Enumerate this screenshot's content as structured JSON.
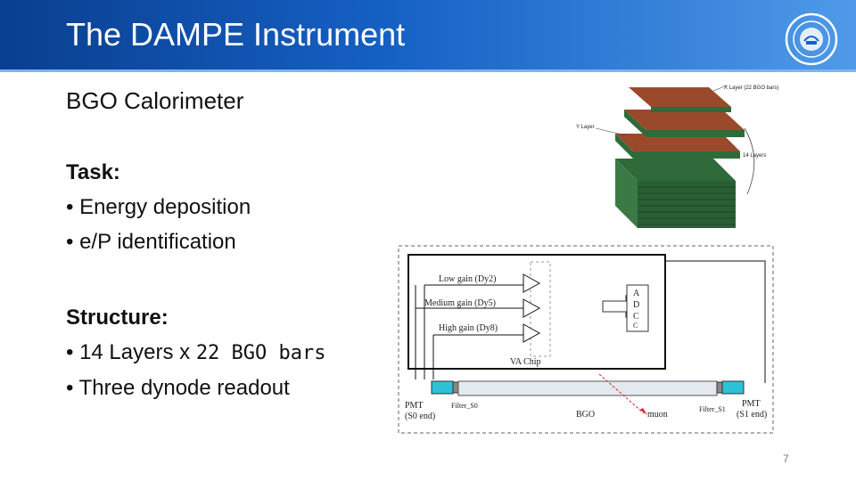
{
  "slide": {
    "title": "The DAMPE Instrument",
    "subtitle": "BGO Calorimeter",
    "task_heading": "Task:",
    "task_items": [
      "• Energy deposition",
      "• e/P identification"
    ],
    "structure_heading": "Structure:",
    "structure_item1_prefix": "• 14 Layers x ",
    "structure_item1_mono": "22 BGO bars",
    "structure_item2": "• Three dynode readout",
    "page_number": "7"
  },
  "calorimeter_figure": {
    "x_layer_label": "X Layer (22 BGO bars)",
    "y_layer_label": "Y Layer",
    "layers_label": "14 Layers"
  },
  "readout_diagram": {
    "low_gain": "Low gain (Dy2)",
    "medium_gain": "Medium gain (Dy5)",
    "high_gain": "High gain (Dy8)",
    "adc_letters": [
      "A",
      "D",
      "C",
      "C"
    ],
    "va_chip": "VA Chip",
    "pmt_left": "PMT",
    "pmt_left_end": "(S0 end)",
    "pmt_right": "PMT",
    "pmt_right_end": "(S1 end)",
    "filter_left": "Filter_S0",
    "filter_right": "Filter_S1",
    "bgo": "BGO",
    "muon": "muon"
  },
  "colors": {
    "header_dark": "#0a3f8f",
    "header_light": "#4f9ae8",
    "bar_brown": "#9a4a2a",
    "bar_green": "#2f6b3a",
    "pmt_cyan": "#2cc3d8"
  }
}
